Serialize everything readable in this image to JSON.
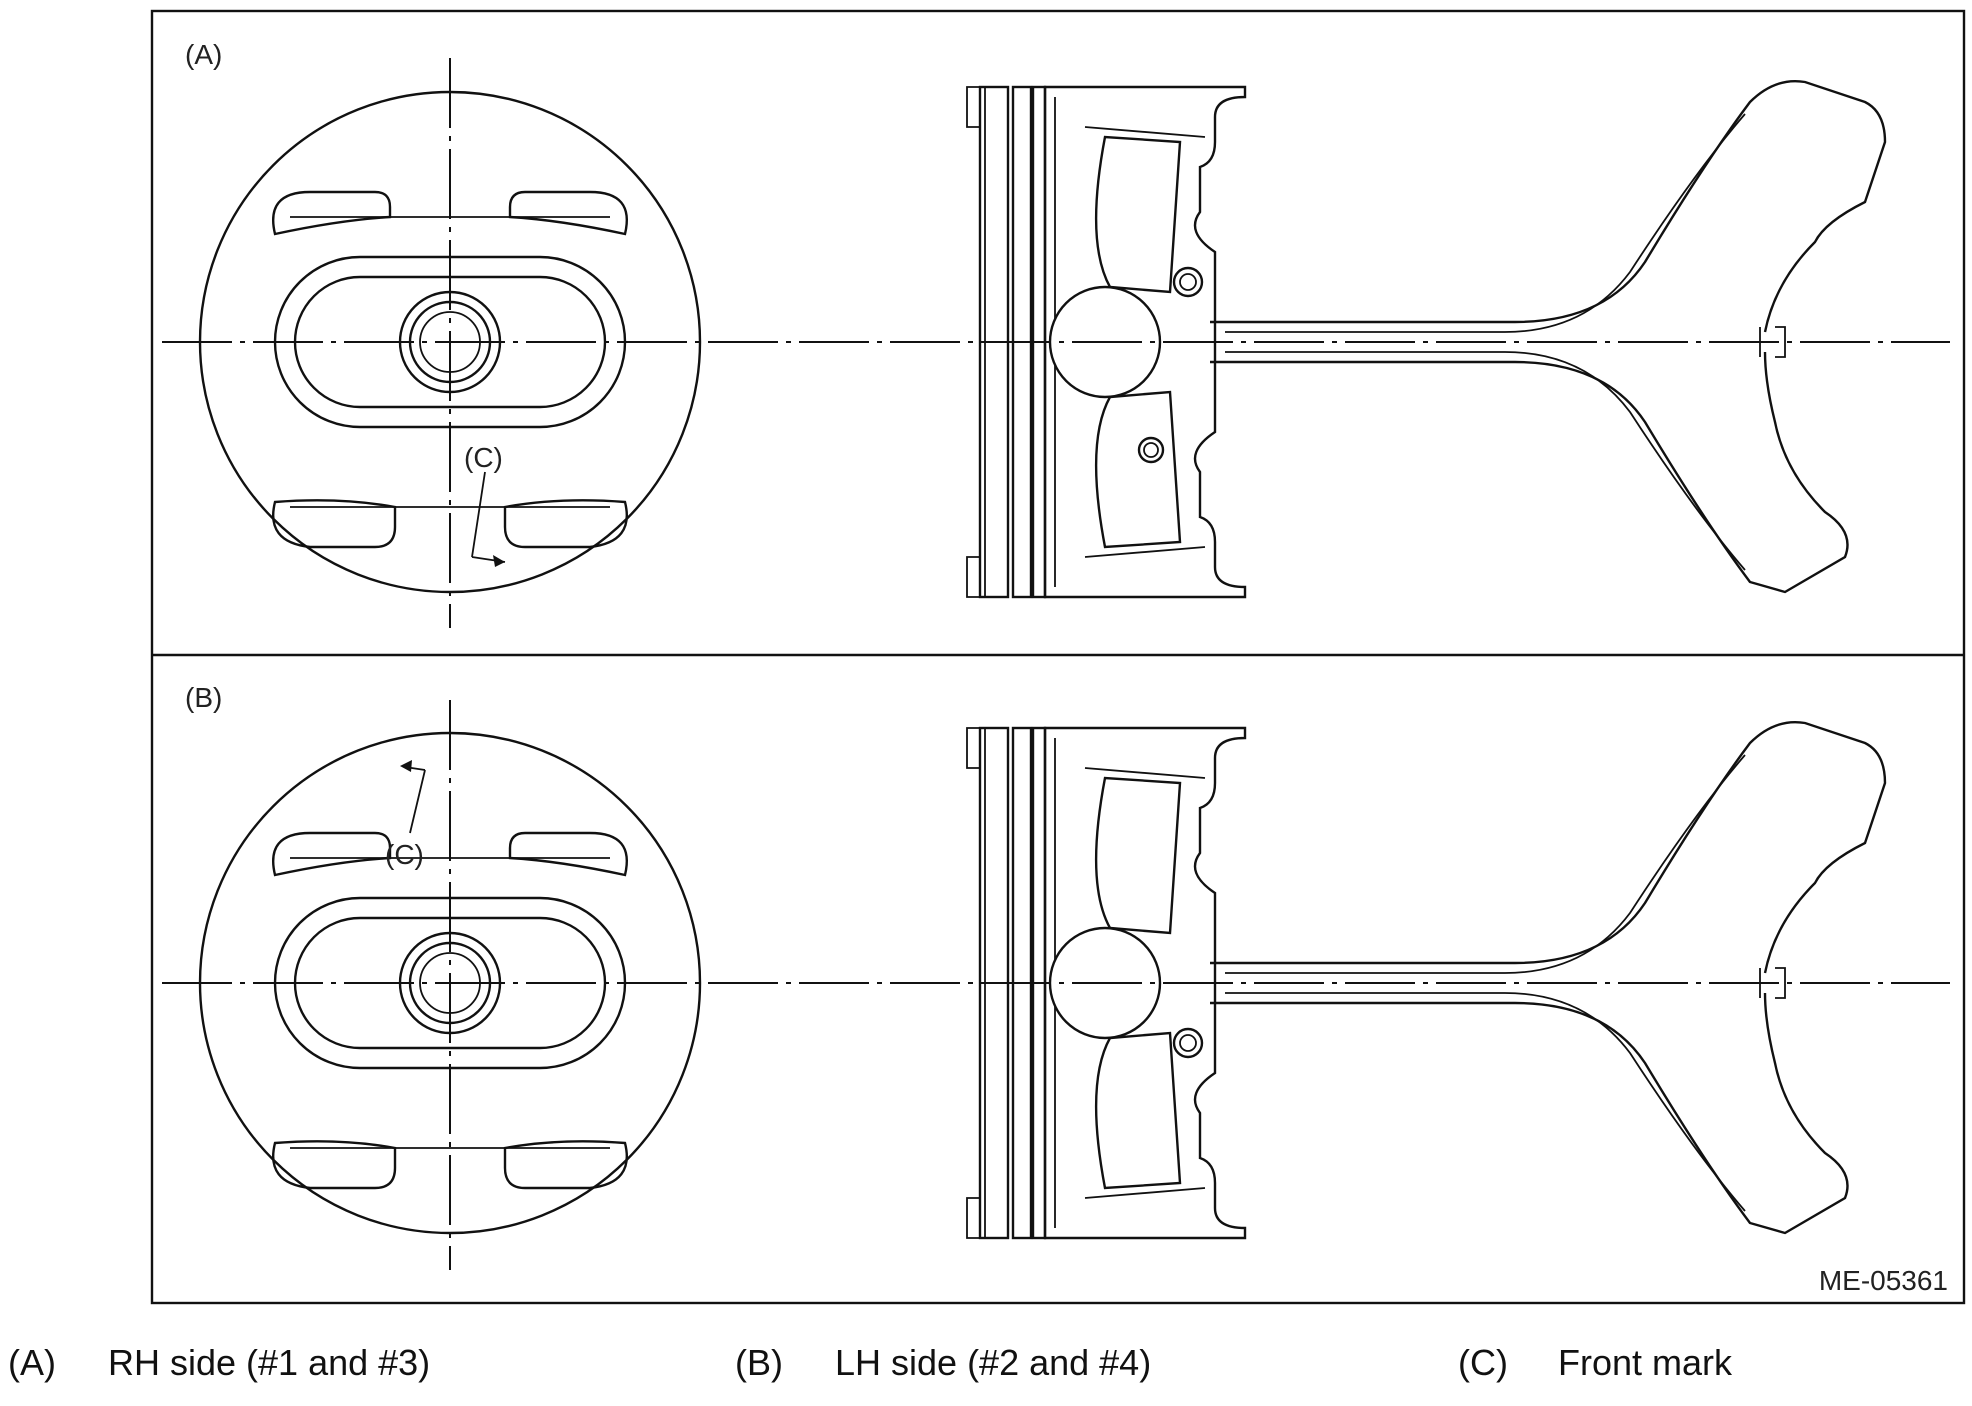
{
  "figure": {
    "panel_a_label": "(A)",
    "panel_b_label": "(B)",
    "front_mark_label_a": "(C)",
    "front_mark_label_b": "(C)",
    "figure_code": "ME-05361"
  },
  "legend": [
    {
      "key": "(A)",
      "text": "RH side (#1 and #3)"
    },
    {
      "key": "(B)",
      "text": "LH side (#2 and #4)"
    },
    {
      "key": "(C)",
      "text": "Front mark"
    }
  ]
}
